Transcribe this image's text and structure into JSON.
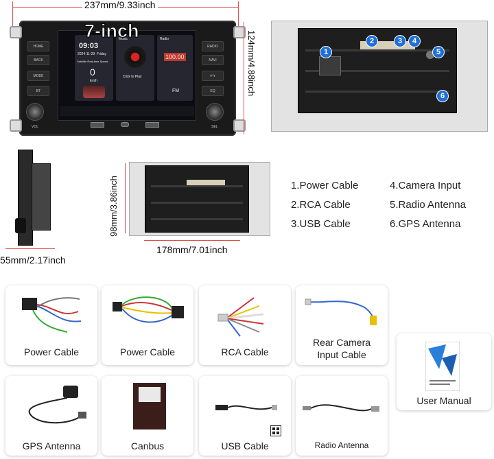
{
  "dimensions": {
    "width_label": "237mm/9.33inch",
    "height_label": "124mm/4.88inch",
    "depth_label": "55mm/2.17inch",
    "chassis_height_label": "98mm/3.86inch",
    "chassis_width_label": "178mm/7.01inch"
  },
  "unit": {
    "size_title": "7-inch",
    "clock": "09:03",
    "date": "2024-11-29",
    "weekday": "Friday",
    "banner": "Satellite Real-time Speed",
    "speed": "0",
    "speed_unit": "km/h",
    "music_label": "Music",
    "play_label": "Click to Play",
    "radio_label": "Radio",
    "radio_freq": "100.00",
    "radio_band": "FM",
    "left_buttons": [
      "HOME",
      "BACK",
      "MODE",
      "BT"
    ],
    "right_buttons": [
      "RADIO",
      "NAVI",
      "☀/◐",
      "EQ"
    ],
    "vol_label": "VOL",
    "sel_label": "SEL"
  },
  "ports": [
    "1",
    "2",
    "3",
    "4",
    "5",
    "6"
  ],
  "legend": {
    "left": [
      "1.Power Cable",
      "2.RCA Cable",
      "3.USB Cable"
    ],
    "right": [
      "4.Camera Input",
      "5.Radio Antenna",
      "6.GPS Antenna"
    ]
  },
  "accessories": [
    {
      "label": "Power Cable",
      "icon": "iso-harness-icon"
    },
    {
      "label": "Power Cable",
      "icon": "wire-harness-icon"
    },
    {
      "label": "RCA Cable",
      "icon": "rca-cable-icon"
    },
    {
      "label": "Rear Camera\nInput Cable",
      "icon": "camera-cable-icon"
    },
    {
      "label": "User Manual",
      "icon": "manual-icon"
    },
    {
      "label": "GPS Antenna",
      "icon": "gps-antenna-icon"
    },
    {
      "label": "Canbus",
      "icon": "canbus-box-icon"
    },
    {
      "label": "USB Cable",
      "icon": "usb-cable-icon"
    },
    {
      "label": "Radio Antenna",
      "icon": "radio-antenna-icon"
    }
  ],
  "colors": {
    "badge": "#1e6fd9",
    "dimension_line": "#e05050"
  }
}
